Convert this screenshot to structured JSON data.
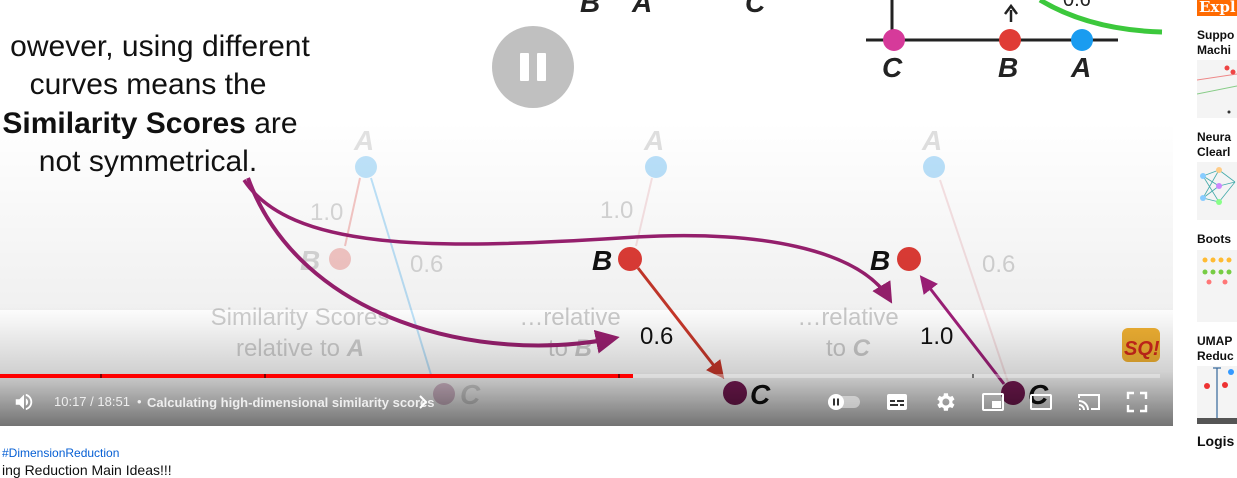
{
  "video": {
    "caption_lines": [
      "owever, using different",
      "curves means the"
    ],
    "caption_bold": "Similarity Scores",
    "caption_after_bold": " are",
    "caption_last": "not symmetrical.",
    "top_left_labels": [
      "B",
      "A",
      "C"
    ],
    "top_right_labels": [
      "C",
      "B",
      "A"
    ],
    "top_right_value": "0.6",
    "panel1": {
      "point_a": "A",
      "point_b": "B",
      "point_c": "C",
      "score_ab": "1.0",
      "score_ac": "0.6",
      "caption_line1": "Similarity Scores",
      "caption_prefix": "relative to ",
      "caption_point": "A"
    },
    "panel2": {
      "point_a": "A",
      "point_b": "B",
      "point_c": "C",
      "score_ab": "1.0",
      "score_bc": "0.6",
      "caption_line1": "…relative",
      "caption_prefix": "to ",
      "caption_point": "B"
    },
    "panel3": {
      "point_a": "A",
      "point_b": "B",
      "point_c": "C",
      "score_ac": "0.6",
      "score_cb": "1.0",
      "caption_line1": "…relative",
      "caption_prefix": "to ",
      "caption_point": "C"
    },
    "logo_text": "SQ!",
    "colors": {
      "pink": "#d63a9a",
      "red": "#e03c36",
      "blue": "#1a9cf0",
      "purple": "#7a1a56",
      "arrow_purple": "#9a2070",
      "green": "#3cc83c"
    }
  },
  "player": {
    "time_current": "10:17",
    "time_total": "18:51",
    "time_separator": " / ",
    "chapter_separator": "•",
    "chapter_title": "Calculating high-dimensional similarity scores",
    "progress_played_fraction": 0.5456,
    "progress_buffered_fraction": 0.5456,
    "chapter_fractions": [
      0.0862,
      0.2276,
      0.5325,
      0.8379
    ],
    "icons": [
      "volume-icon",
      "autoplay-toggle-icon",
      "subtitles-icon",
      "settings-icon",
      "miniplayer-icon",
      "theater-icon",
      "cast-icon",
      "fullscreen-icon"
    ]
  },
  "below_video": {
    "hashtag": "#DimensionReduction",
    "description_partial": "ing Reduction Main Ideas!!!"
  },
  "sidebar": {
    "recs": [
      {
        "title_line1": "Expl"
      },
      {
        "title_line1": "Suppo",
        "title_line2": "Machi"
      },
      {
        "title_line1": "Neura",
        "title_line2": "Clearl"
      },
      {
        "title_line1": "Boots"
      },
      {
        "title_line1": "UMAP",
        "title_line2": "Reduc"
      },
      {
        "title_line1": "Logis"
      }
    ]
  }
}
